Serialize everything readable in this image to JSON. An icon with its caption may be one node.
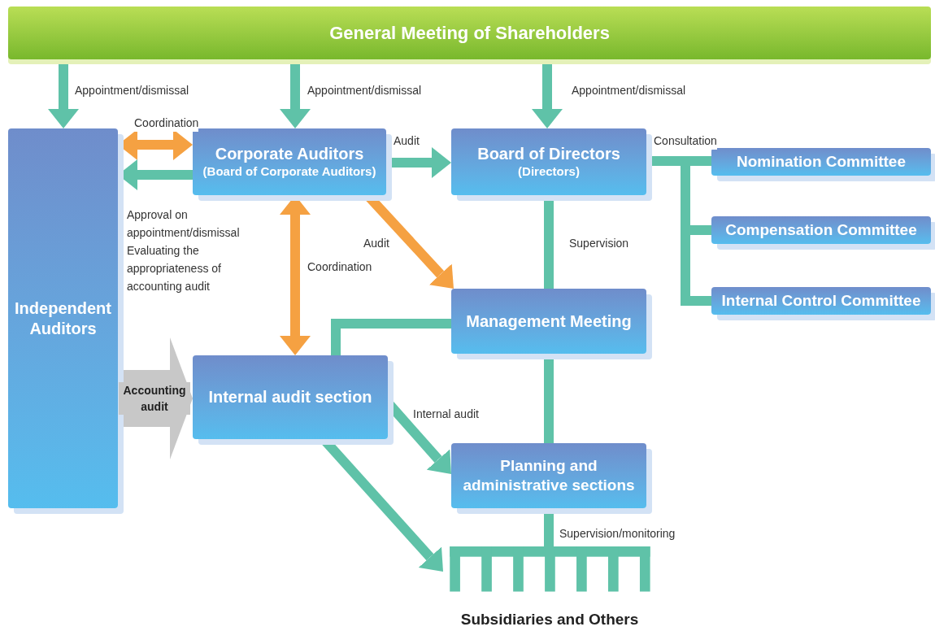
{
  "diagram": {
    "nodes": [
      {
        "text": [
          "General Meeting of Shareholders"
        ]
      },
      {
        "text": [
          "Independent Auditors"
        ]
      },
      {
        "text": [
          "Corporate Auditors",
          "(Board of Corporate Auditors)"
        ]
      },
      {
        "text": [
          "Board of Directors",
          "(Directors)"
        ]
      },
      {
        "text": [
          "Nomination Committee"
        ]
      },
      {
        "text": [
          "Compensation Committee"
        ]
      },
      {
        "text": [
          "Internal Control Committee"
        ]
      },
      {
        "text": [
          "Management Meeting"
        ]
      },
      {
        "text": [
          "Internal audit section"
        ]
      },
      {
        "text": [
          "Planning and administrative sections"
        ]
      },
      {
        "text": [
          "Subsidiaries and Others"
        ]
      }
    ],
    "edges": [
      {
        "from": 0,
        "to": 1,
        "arrow": "to",
        "label": "Appointment/dismissal"
      },
      {
        "from": 0,
        "to": 2,
        "arrow": "to",
        "label": "Appointment/dismissal"
      },
      {
        "from": 0,
        "to": 3,
        "arrow": "to",
        "label": "Appointment/dismissal"
      },
      {
        "from": 1,
        "to": 2,
        "arrow": "both",
        "label": "Coordination",
        "color": "#f5a142"
      },
      {
        "from": 2,
        "to": 1,
        "arrow": "to",
        "label": "Approval on appointment/dismissal Evaluating the appropriateness of accounting audit"
      },
      {
        "from": 2,
        "to": 3,
        "arrow": "to",
        "label": "Audit"
      },
      {
        "from": 2,
        "to": 7,
        "arrow": "to",
        "label": "Audit",
        "color": "#f5a142"
      },
      {
        "from": 2,
        "to": 8,
        "arrow": "both",
        "label": "Coordination",
        "color": "#f5a142"
      },
      {
        "from": 3,
        "to": 4,
        "arrow": "none",
        "label": "Consultation"
      },
      {
        "from": 3,
        "to": 5,
        "arrow": "none"
      },
      {
        "from": 3,
        "to": 6,
        "arrow": "none"
      },
      {
        "from": 3,
        "to": 7,
        "arrow": "none",
        "label": "Supervision"
      },
      {
        "from": 7,
        "to": 8,
        "arrow": "none"
      },
      {
        "from": 7,
        "to": 9,
        "arrow": "none"
      },
      {
        "from": 8,
        "to": 9,
        "arrow": "to",
        "label": "Internal audit"
      },
      {
        "from": 8,
        "to": 10,
        "arrow": "to"
      },
      {
        "from": 9,
        "to": 10,
        "arrow": "none",
        "label": "Supervision/monitoring"
      },
      {
        "from": 1,
        "to": 8,
        "arrow": "to",
        "label": "Accounting audit",
        "style": "thick",
        "color": "#c8c8c8"
      }
    ]
  }
}
